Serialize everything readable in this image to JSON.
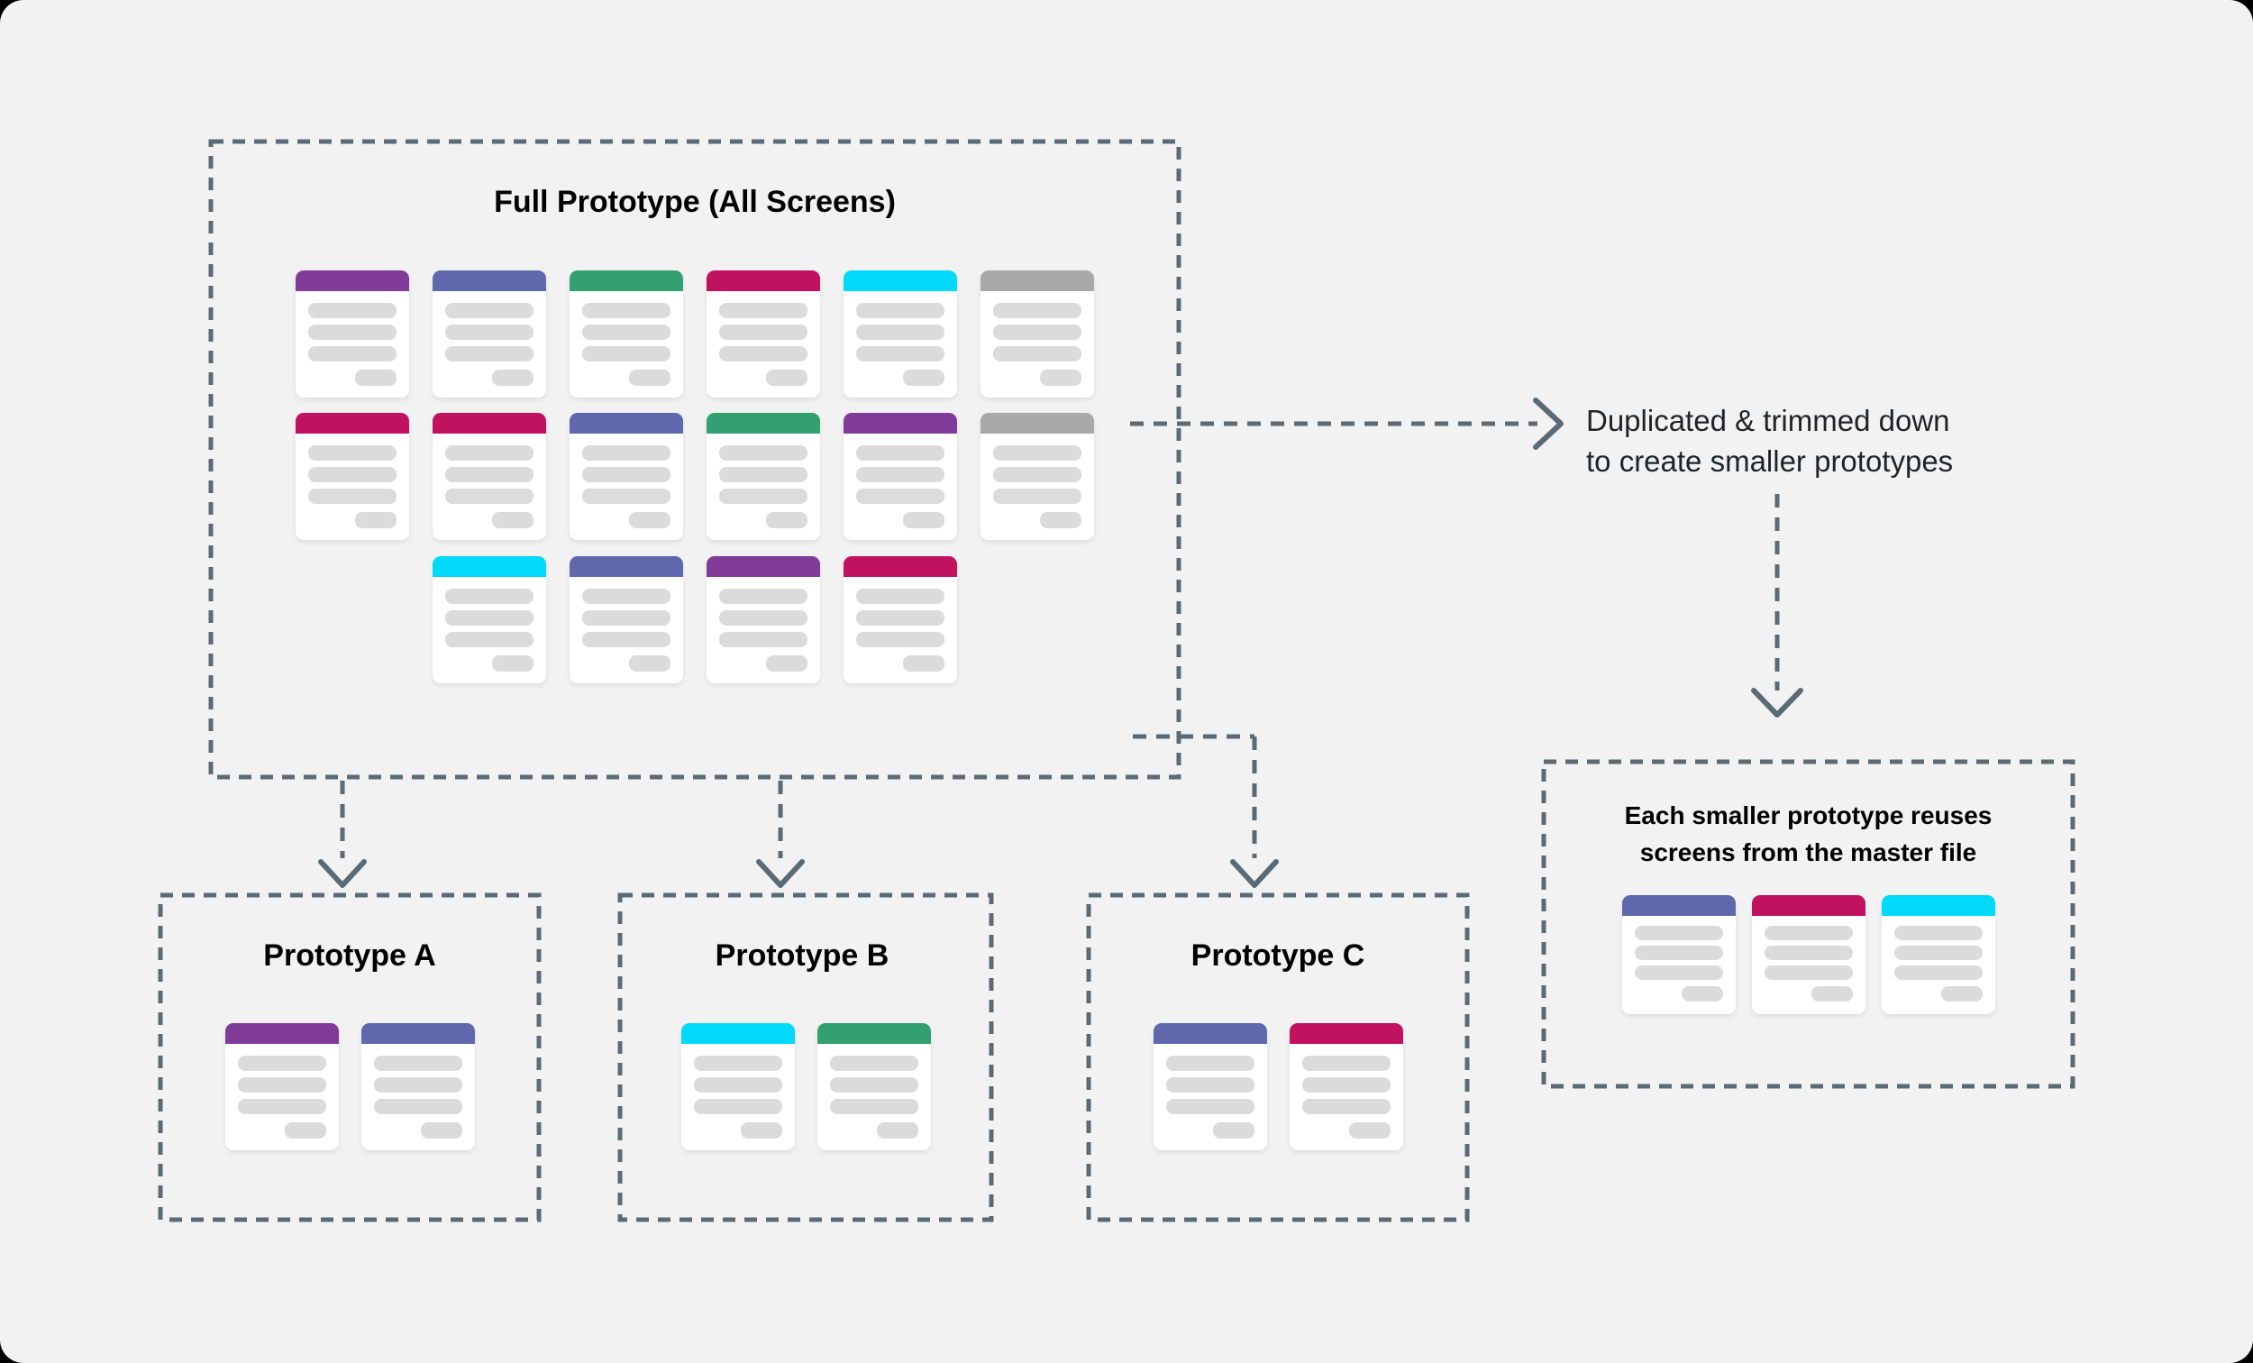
{
  "palette": {
    "purple": "#803C98",
    "indigo": "#5F68AC",
    "green": "#32A070",
    "crimson": "#C11260",
    "cyan": "#00D9FA",
    "gray": "#A9A9A9"
  },
  "colors": {
    "background": "#F2F2F2",
    "dash": "#5A6B76",
    "card_line": "#DBDBDB",
    "title_text": "#000000",
    "annotation_text": "#1F2428"
  },
  "master": {
    "title": "Full Prototype (All Screens)",
    "rows": [
      [
        "purple",
        "indigo",
        "green",
        "crimson",
        "cyan",
        "gray"
      ],
      [
        "crimson",
        "crimson",
        "indigo",
        "green",
        "purple",
        "gray"
      ],
      [
        "cyan",
        "indigo",
        "purple",
        "crimson"
      ]
    ]
  },
  "annotation": {
    "line1": "Duplicated & trimmed down",
    "line2": "to create smaller prototypes"
  },
  "reuse_box": {
    "title_line1": "Each smaller prototype reuses",
    "title_line2": "screens from the master file",
    "cards": [
      "indigo",
      "crimson",
      "cyan"
    ]
  },
  "prototypes": [
    {
      "label": "Prototype A",
      "cards": [
        "purple",
        "indigo"
      ]
    },
    {
      "label": "Prototype B",
      "cards": [
        "cyan",
        "green"
      ]
    },
    {
      "label": "Prototype C",
      "cards": [
        "indigo",
        "crimson"
      ]
    }
  ]
}
